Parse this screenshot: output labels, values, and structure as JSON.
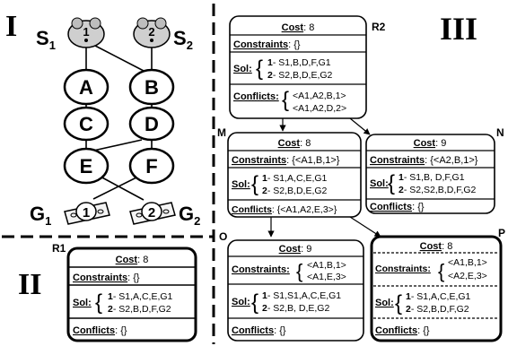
{
  "sections": {
    "I": "I",
    "II": "II",
    "III": "III"
  },
  "graph": {
    "starts": [
      {
        "label": "S",
        "sub": "1",
        "mouse": "1"
      },
      {
        "label": "S",
        "sub": "2",
        "mouse": "2"
      }
    ],
    "goals": [
      {
        "label": "G",
        "sub": "1",
        "cheese": "1"
      },
      {
        "label": "G",
        "sub": "2",
        "cheese": "2"
      }
    ],
    "nodes": [
      "A",
      "B",
      "C",
      "D",
      "E",
      "F"
    ]
  },
  "common": {
    "cost_label": "Cost",
    "constraints_label": "Constraints",
    "sol_label": "Sol:",
    "conflicts_label": "Conflicts",
    "empty_set": "{}"
  },
  "nodes": {
    "R1": {
      "id": "R1",
      "cost": "8",
      "constraints": [
        "{}"
      ],
      "sol": [
        {
          "agent": "1",
          "path": "- S1,A,C,E,G1"
        },
        {
          "agent": "2",
          "path": "- S2,B,D,F,G2"
        }
      ],
      "conflicts": [
        "{}"
      ]
    },
    "R2": {
      "id": "R2",
      "cost": "8",
      "constraints": [
        "{}"
      ],
      "sol": [
        {
          "agent": "1",
          "path": "- S1,B,D,F,G1"
        },
        {
          "agent": "2",
          "path": "- S2,B,D,E,G2"
        }
      ],
      "conflicts": [
        "<A1,A2,B,1>",
        "<A1,A2,D,2>"
      ]
    },
    "M": {
      "id": "M",
      "cost": "8",
      "constraints": [
        "{<A1,B,1>}"
      ],
      "sol": [
        {
          "agent": "1",
          "path": "- S1,A,C,E,G1"
        },
        {
          "agent": "2",
          "path": "- S2,B,D,E,G2"
        }
      ],
      "conflicts": [
        "{<A1,A2,E,3>}"
      ]
    },
    "N": {
      "id": "N",
      "cost": "9",
      "constraints": [
        "{<A2,B,1>}"
      ],
      "sol": [
        {
          "agent": "1",
          "path": "- S1,B, D,F,G1"
        },
        {
          "agent": "2",
          "path": "- S2,S2,B,D,F,G2"
        }
      ],
      "conflicts": [
        "{}"
      ]
    },
    "O": {
      "id": "O",
      "cost": "9",
      "constraints": [
        "<A1,B,1>",
        "<A1,E,3>"
      ],
      "sol": [
        {
          "agent": "1",
          "path": "- S1,S1,A,C,E,G1"
        },
        {
          "agent": "2",
          "path": "- S2,B, D,E,G2"
        }
      ],
      "conflicts": [
        "{}"
      ]
    },
    "P": {
      "id": "P",
      "cost": "8",
      "constraints": [
        "<A1,B,1>",
        "<A2,E,3>"
      ],
      "sol": [
        {
          "agent": "1",
          "path": "- S1,A,C,E,G1"
        },
        {
          "agent": "2",
          "path": "- S2,B,D,F,G2"
        }
      ],
      "conflicts": [
        "{}"
      ]
    }
  }
}
